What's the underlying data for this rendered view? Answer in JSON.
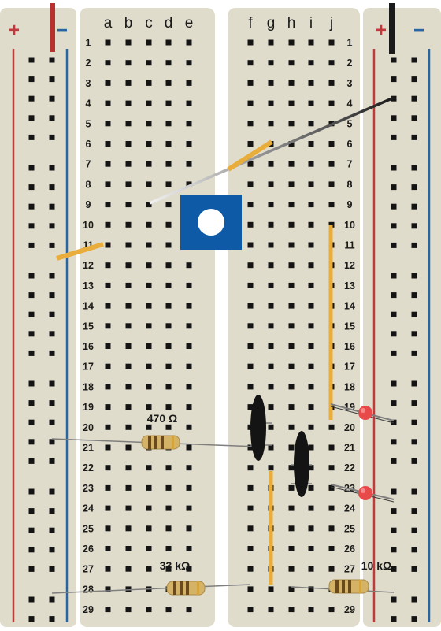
{
  "breadboard": {
    "columns_left": [
      "a",
      "b",
      "c",
      "d",
      "e"
    ],
    "columns_right": [
      "f",
      "g",
      "h",
      "i",
      "j"
    ],
    "rows": 29,
    "rail_plus": "+",
    "rail_minus": "−"
  },
  "components": {
    "r1_label": "470 Ω",
    "r2_label": "33 kΩ",
    "r3_label": "10 kΩ",
    "potentiometer": "potentiometer",
    "capacitors": 2,
    "leds": 2
  },
  "colors": {
    "board": "#e0dccb",
    "hole": "#141414",
    "rail_red": "#c0393b",
    "rail_blue": "#2765a3",
    "wire_yellow": "#e8ad3a",
    "pot_blue": "#0e5aa6",
    "led_red": "#e84a4a"
  }
}
